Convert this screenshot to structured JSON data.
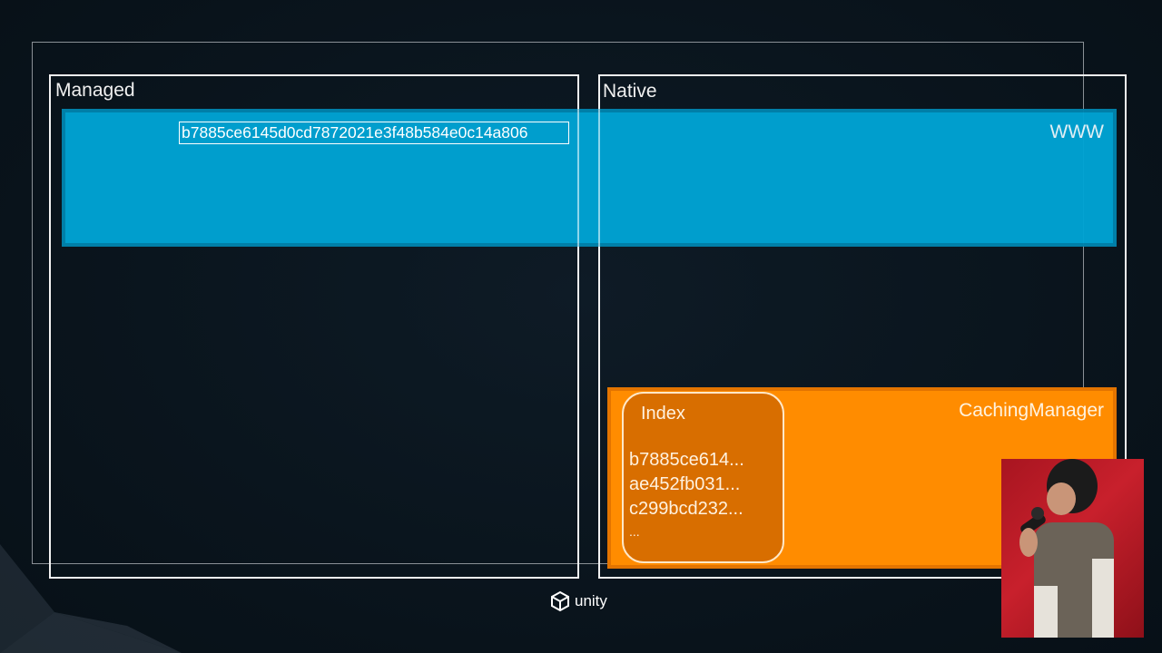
{
  "panels": {
    "managed": {
      "title": "Managed"
    },
    "native": {
      "title": "Native"
    }
  },
  "www": {
    "label": "WWW",
    "hash": "b7885ce6145d0cd7872021e3f48b584e0c14a806"
  },
  "caching_manager": {
    "label": "CachingManager",
    "index": {
      "title": "Index",
      "entries": [
        "b7885ce614...",
        "ae452fb031...",
        "c299bcd232..."
      ],
      "more": "..."
    }
  },
  "logo": {
    "text": "unity",
    "icon": "unity-logo-icon"
  },
  "colors": {
    "background": "#0a141d",
    "www_blue": "#00a3d3",
    "cache_orange": "#ff8c00",
    "index_orange": "#d86e00"
  }
}
